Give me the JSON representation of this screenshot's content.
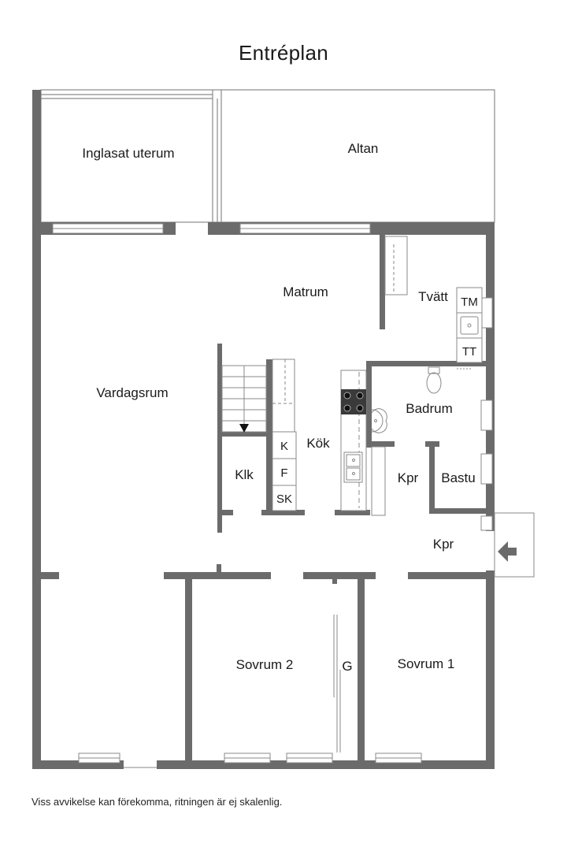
{
  "title": "Entréplan",
  "disclaimer": "Viss avvikelse kan förekomma, ritningen är ej skalenlig.",
  "rooms": {
    "inglasat_uterum": "Inglasat uterum",
    "altan": "Altan",
    "matrum": "Matrum",
    "tvatt": "Tvätt",
    "vardagsrum": "Vardagsrum",
    "badrum": "Badrum",
    "kok": "Kök",
    "kpr_inner": "Kpr",
    "bastu": "Bastu",
    "klk": "Klk",
    "kpr_hall": "Kpr",
    "sovrum_2": "Sovrum 2",
    "sovrum_1": "Sovrum 1",
    "g": "G"
  },
  "fixtures": {
    "tm": "TM",
    "tt": "TT",
    "k": "K",
    "f": "F",
    "sk": "SK"
  },
  "icons": {
    "entrance": "entrance-arrow-icon",
    "stair_direction": "stair-arrow-icon"
  },
  "colors": {
    "wall": "#6b6b6b",
    "thin_line": "#8a8a8a",
    "text": "#1a1a1a"
  }
}
